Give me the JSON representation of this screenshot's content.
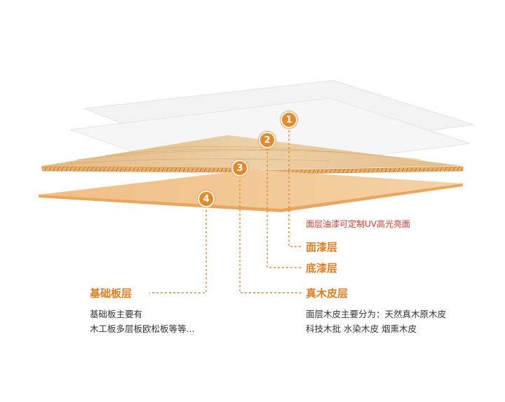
{
  "layers": [
    {
      "number": "1",
      "name": "面漆层",
      "note": "面层油漆可定制UV高光亮面"
    },
    {
      "number": "2",
      "name": "底漆层"
    },
    {
      "number": "3",
      "name": "真木皮层",
      "description": [
        "面层木皮主要分为：天然真木原木皮",
        "科技木批 水染木皮 烟熏木皮"
      ]
    },
    {
      "number": "4",
      "name": "基础板层",
      "description": [
        "基础板主要有",
        "木工板多层板欧松板等等..."
      ]
    }
  ],
  "colors": {
    "accent": "#e58a2c",
    "leader": "#e58a2c",
    "note_red": "#d63a2c",
    "board_top": "#e7c596",
    "board_base": "#f1c694",
    "board_edge": "#d08a3c"
  }
}
